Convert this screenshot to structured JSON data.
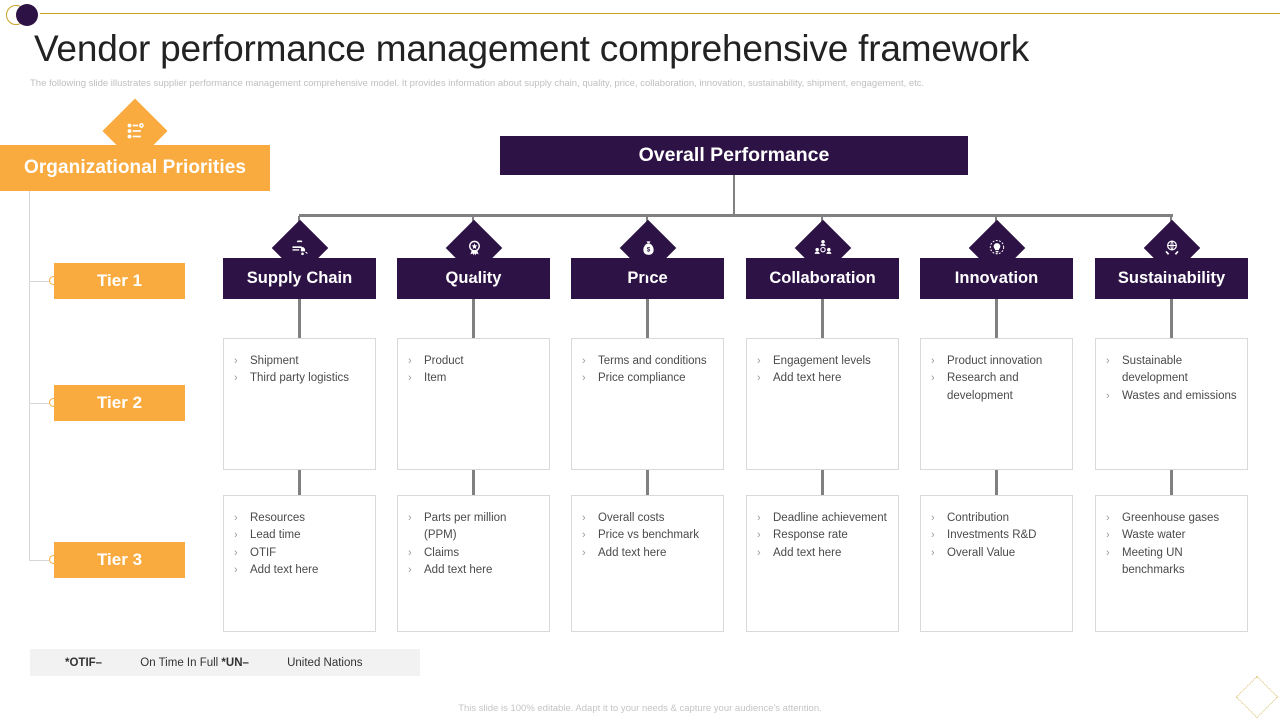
{
  "header": {
    "title": "Vendor performance management comprehensive framework",
    "subtitle": "The following slide illustrates supplier performance management comprehensive model. It provides information about supply chain, quality, price, collaboration, innovation, sustainability, shipment, engagement, etc.",
    "logo_icon": "circle-overlap-logo"
  },
  "left_panel": {
    "banner_label": "Organizational Priorities",
    "banner_icon": "checklist-settings-icon",
    "tiers": [
      {
        "label": "Tier 1"
      },
      {
        "label": "Tier 2"
      },
      {
        "label": "Tier 3"
      }
    ]
  },
  "root": {
    "label": "Overall Performance"
  },
  "columns": [
    {
      "label": "Supply Chain",
      "icon": "delivery-truck-icon",
      "tier2": [
        "Shipment",
        "Third party logistics"
      ],
      "tier3": [
        "Resources",
        "Lead time",
        "OTIF",
        "Add text here"
      ]
    },
    {
      "label": "Quality",
      "icon": "award-ribbon-icon",
      "tier2": [
        "Product",
        "Item"
      ],
      "tier3": [
        "Parts per million (PPM)",
        "Claims",
        "Add text here"
      ]
    },
    {
      "label": "Price",
      "icon": "money-bag-icon",
      "tier2": [
        "Terms and conditions",
        "Price compliance"
      ],
      "tier3": [
        "Overall costs",
        "Price vs benchmark",
        "Add text here"
      ]
    },
    {
      "label": "Collaboration",
      "icon": "team-people-icon",
      "tier2": [
        "Engagement levels",
        "Add text here"
      ],
      "tier3": [
        "Deadline achievement",
        "Response rate",
        "Add text here"
      ]
    },
    {
      "label": "Innovation",
      "icon": "lightbulb-gear-icon",
      "tier2": [
        "Product innovation",
        "Research and development"
      ],
      "tier3": [
        "Contribution",
        "Investments R&D",
        "Overall Value"
      ]
    },
    {
      "label": "Sustainability",
      "icon": "globe-hands-icon",
      "tier2": [
        "Sustainable development",
        "Wastes and emissions"
      ],
      "tier3": [
        "Greenhouse gases",
        "Waste water",
        "Meeting UN benchmarks"
      ]
    }
  ],
  "footnote": {
    "otif_abbr": "*OTIF–",
    "otif_text": " On Time In Full ",
    "un_abbr": "*UN–",
    "un_text": " United Nations"
  },
  "footer_note": "This slide is 100% editable. Adapt it to your needs & capture your audience's attention.",
  "colors": {
    "purple": "#2d1245",
    "orange": "#f9ab40",
    "gold": "#c9a227",
    "connector": "#808080",
    "card_border": "#d9d9d9"
  }
}
